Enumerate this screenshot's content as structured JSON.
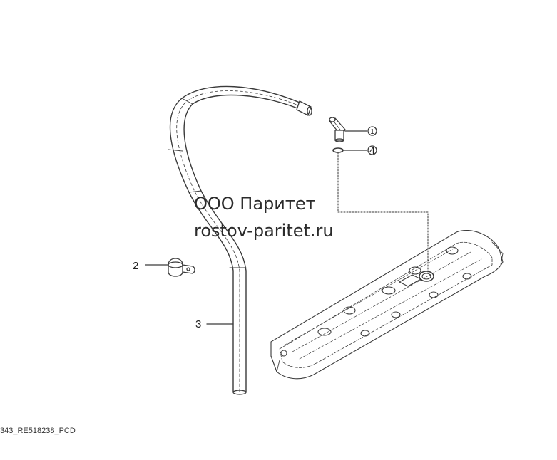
{
  "watermark": {
    "line1": "ООО Паритет",
    "line2": "rostov-paritet.ru"
  },
  "drawing_code": "343_RE518238_PCD",
  "callouts": {
    "c1": "1",
    "c2": "2",
    "c3": "3",
    "c4": "4"
  },
  "colors": {
    "line": "#3a3a3a",
    "background": "#ffffff"
  }
}
